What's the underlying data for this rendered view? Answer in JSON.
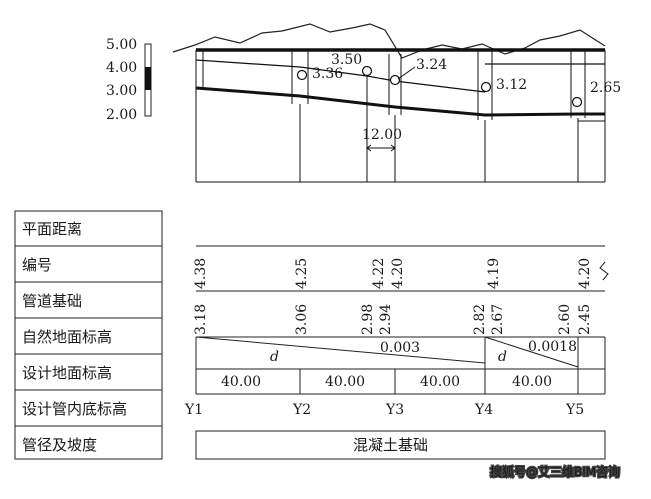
{
  "scale": {
    "ticks": [
      "5.00",
      "4.00",
      "3.00",
      "2.00"
    ]
  },
  "elevation_callouts": [
    "3.50",
    "3.36",
    "3.24",
    "3.12",
    "2.65"
  ],
  "dimension_label": "12.00",
  "table": {
    "row_labels": [
      "平面距离",
      "编号",
      "管道基础",
      "自然地面标高",
      "设计地面标高",
      "设计管内底标高",
      "管径及坡度"
    ],
    "ground_elevations": [
      "4.38",
      "4.25",
      "4.22",
      "4.20",
      "4.19",
      "4.20"
    ],
    "invert_elevations": [
      "3.18",
      "3.06",
      "2.98",
      "2.94",
      "2.82",
      "2.67",
      "2.60",
      "2.45"
    ],
    "slope_segments": [
      {
        "symbol": "d",
        "slope": "0.003"
      },
      {
        "symbol": "d",
        "slope": "0.0018"
      }
    ],
    "distances": [
      "40.00",
      "40.00",
      "40.00",
      "40.00"
    ],
    "nodes": [
      "Y1",
      "Y2",
      "Y3",
      "Y4",
      "Y5"
    ],
    "foundation": "混凝土基础"
  },
  "watermark": "搜狐号@艾三维BIM咨询"
}
